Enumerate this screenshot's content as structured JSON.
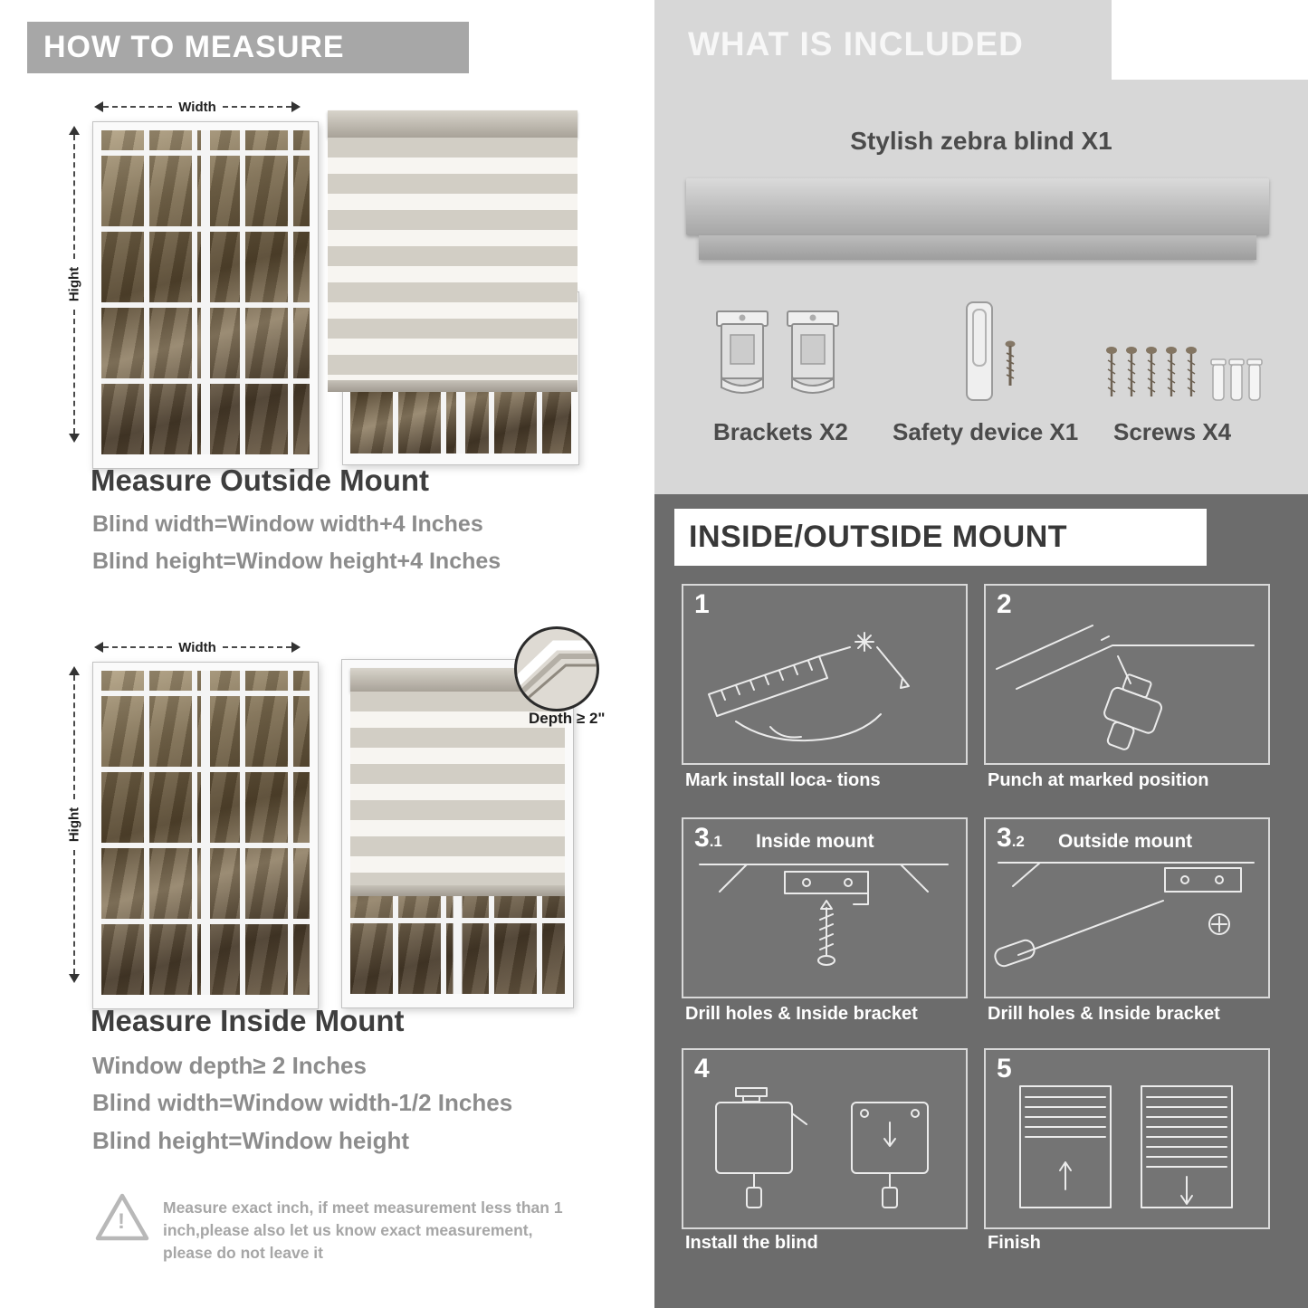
{
  "colors": {
    "banner_gray": "#a7a7a7",
    "included_panel_gray": "#d7d7d7",
    "mount_panel_gray": "#6c6c6c",
    "heading_dark": "#3e3e3e",
    "body_text_gray": "#8c8c8c",
    "blind_stripe_beige": "#d2cec5",
    "caption_white": "#ffffff"
  },
  "how_to_measure": {
    "header": "HOW TO MEASURE",
    "outside_mount": {
      "width_label": "Width",
      "height_label": "Hight",
      "title": "Measure Outside Mount",
      "lines": [
        "Blind width=Window width+4 Inches",
        "Blind height=Window height+4 Inches"
      ]
    },
    "inside_mount": {
      "width_label": "Width",
      "height_label": "Hight",
      "depth_label": "Depth ≥ 2\"",
      "title": "Measure Inside Mount",
      "lines": [
        "Window depth≥ 2 Inches",
        "Blind width=Window width-1/2 Inches",
        "Blind height=Window height"
      ]
    },
    "warning": {
      "mark": "!",
      "text": "Measure exact inch, if meet measurement less than 1 inch,please also let us know exact measurement, please do not leave it"
    }
  },
  "what_is_included": {
    "header": "WHAT IS INCLUDED",
    "blind_label": "Stylish zebra blind X1",
    "items": [
      {
        "label": "Brackets X2"
      },
      {
        "label": "Safety device X1"
      },
      {
        "label": "Screws X4"
      }
    ]
  },
  "mount_steps": {
    "header": "INSIDE/OUTSIDE MOUNT",
    "steps": [
      {
        "number": "1",
        "caption": "Mark install loca- tions"
      },
      {
        "number": "2",
        "caption": "Punch at  marked position"
      },
      {
        "number": "3",
        "sub": ".1",
        "title": "Inside mount",
        "caption": "Drill holes &  Inside bracket"
      },
      {
        "number": "3",
        "sub": ".2",
        "title": "Outside mount",
        "caption": "Drill holes &  Inside bracket"
      },
      {
        "number": "4",
        "caption": "Install the blind"
      },
      {
        "number": "5",
        "caption": "Finish"
      }
    ]
  }
}
